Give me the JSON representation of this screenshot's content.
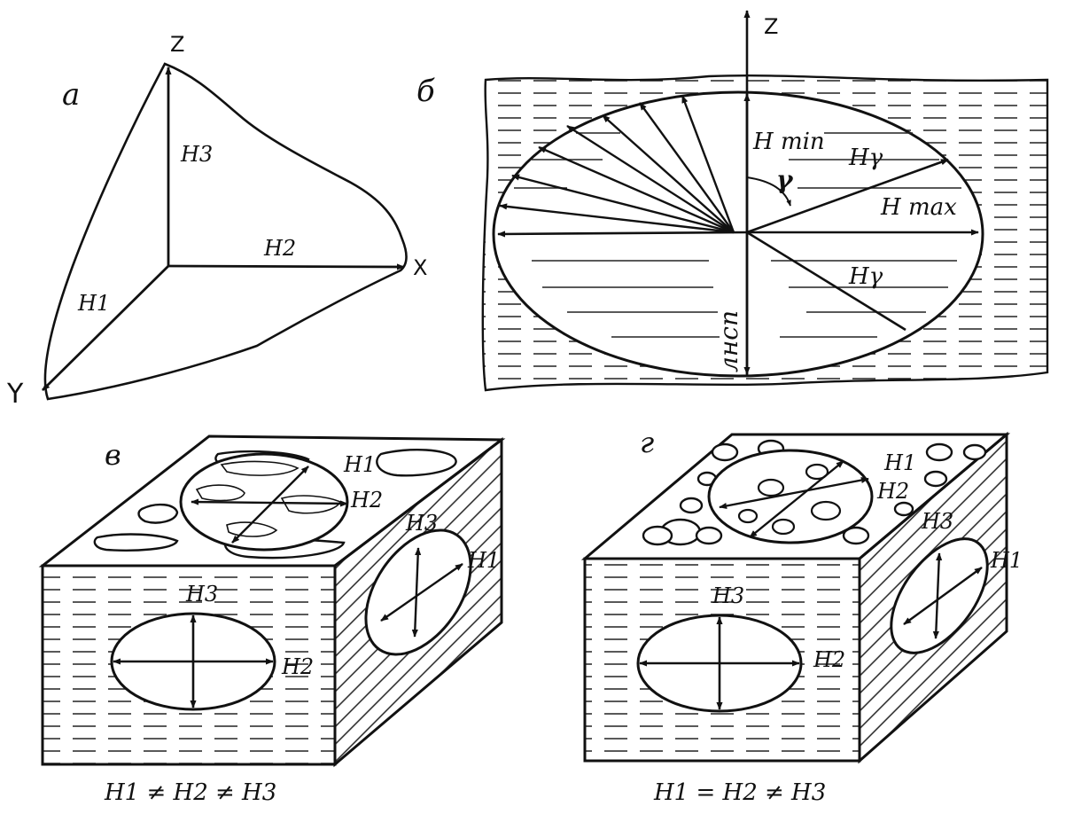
{
  "panel_a": {
    "letter": "а",
    "axis_z": "Z",
    "axis_x": "X",
    "axis_y": "Y",
    "h1": "H1",
    "h2": "H2",
    "h3": "H3"
  },
  "panel_b": {
    "letter": "б",
    "axis_z": "Z",
    "h_min": "H min",
    "h_max": "H max",
    "h_gamma_upper": "Hγ",
    "h_gamma_lower": "Hγ",
    "gamma": "γ",
    "vertical_label": "лнсп"
  },
  "panel_v": {
    "letter": "в",
    "top_h1": "H1",
    "top_h2": "H2",
    "side_h3": "H3",
    "side_h1": "H1",
    "front_h3": "H3",
    "front_h2": "H2",
    "caption": "H1 ≠ H2 ≠ H3"
  },
  "panel_g": {
    "letter": "г",
    "top_h1": "H1",
    "top_h2": "H2",
    "side_h3": "H3",
    "side_h1": "H1",
    "front_h3": "H3",
    "front_h2": "H2",
    "caption": "H1 = H2 ≠ H3"
  }
}
